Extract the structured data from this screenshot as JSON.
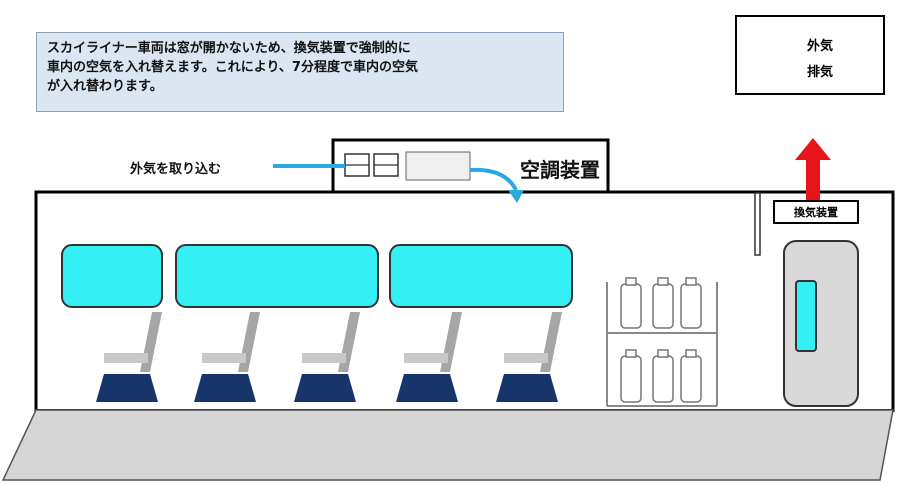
{
  "note": {
    "lines": [
      "スカイライナー車両は窓が開かないため、換気装置で強制的に",
      "車内の空気を入れ替えます。これにより、7分程度で車内の空気",
      "が入れ替わります。"
    ]
  },
  "legend": {
    "outside_air": "外気",
    "exhaust": "排気"
  },
  "labels": {
    "intake": "外気を取り込む",
    "air_conditioner": "空調装置",
    "ventilator": "換気装置"
  },
  "colors": {
    "outside_air": "#29a9e0",
    "exhaust": "#e8141b",
    "window": "#34f0f5",
    "seat_base": "#17346b",
    "seat_frame": "#a6a6a6",
    "floor": "#d6d6d6",
    "note_bg": "#dbe6f2"
  },
  "scene": {
    "windows": 3,
    "seats": 5,
    "luggage_rack_shelves": 2,
    "bottles_per_shelf": 3
  }
}
